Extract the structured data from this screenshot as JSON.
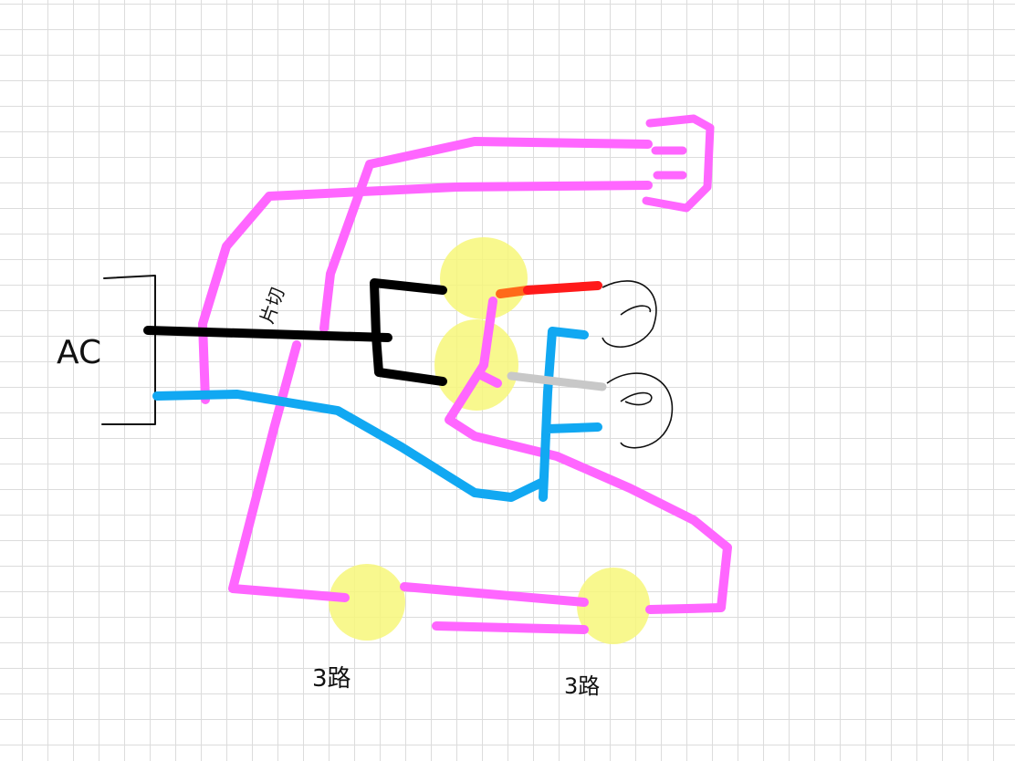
{
  "labels": {
    "power_source": "AC",
    "switch_single": "片切",
    "switch_3way_left": "3路",
    "switch_3way_right": "3路"
  },
  "colors": {
    "hot": "#000000",
    "neutral": "#11a8f2",
    "traveler": "#ff66ff",
    "red": "#ff1a1a",
    "orange": "#ff6a1a",
    "gray": "#c8c8c8",
    "highlight": "#f7f77a"
  }
}
